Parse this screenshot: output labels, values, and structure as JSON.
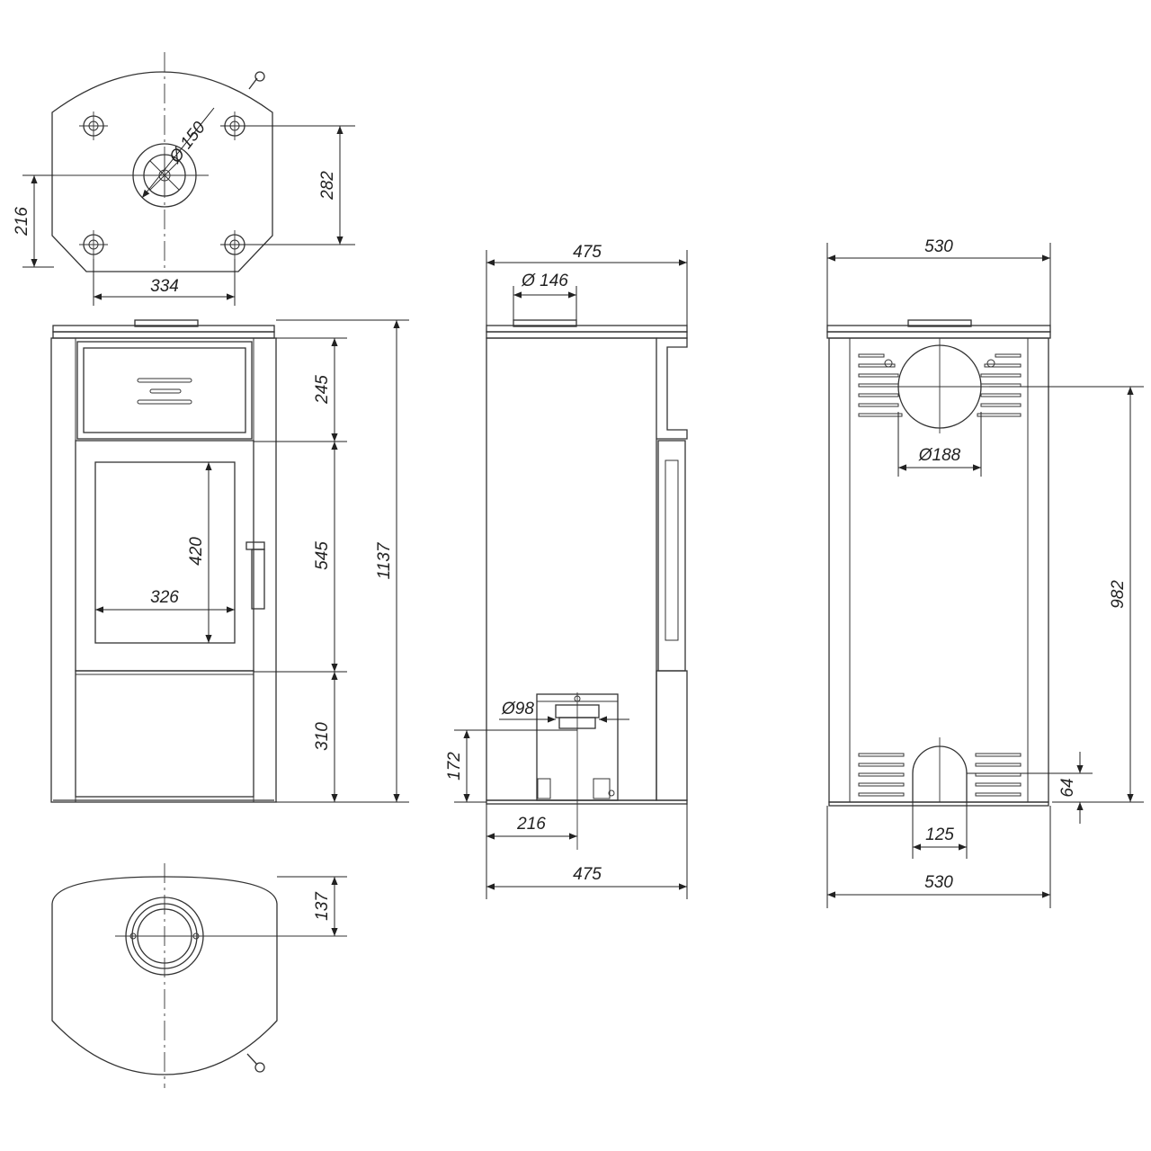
{
  "colors": {
    "line": "#333333",
    "background": "#ffffff"
  },
  "views": {
    "top": {
      "dims": {
        "flue_diameter": "Ø 150",
        "rear_depth": "282",
        "front_depth": "216",
        "hole_spacing": "334"
      }
    },
    "front": {
      "dims": {
        "upper_section": "245",
        "door_section": "545",
        "base_section": "310",
        "total_height": "1137",
        "glass_height": "420",
        "glass_width": "326"
      }
    },
    "side": {
      "dims": {
        "depth_top": "475",
        "flue_diameter": "Ø 146",
        "air_inlet_diameter": "Ø98",
        "air_inlet_height": "172",
        "air_inlet_offset": "216",
        "depth_bottom": "475"
      }
    },
    "back": {
      "dims": {
        "width_top": "530",
        "rear_outlet_diameter": "Ø188",
        "rear_outlet_height": "982",
        "air_inlet_height": "64",
        "air_inlet_width": "125",
        "width_bottom": "530"
      }
    },
    "bottom": {
      "dims": {
        "air_inlet_offset": "137"
      }
    }
  }
}
